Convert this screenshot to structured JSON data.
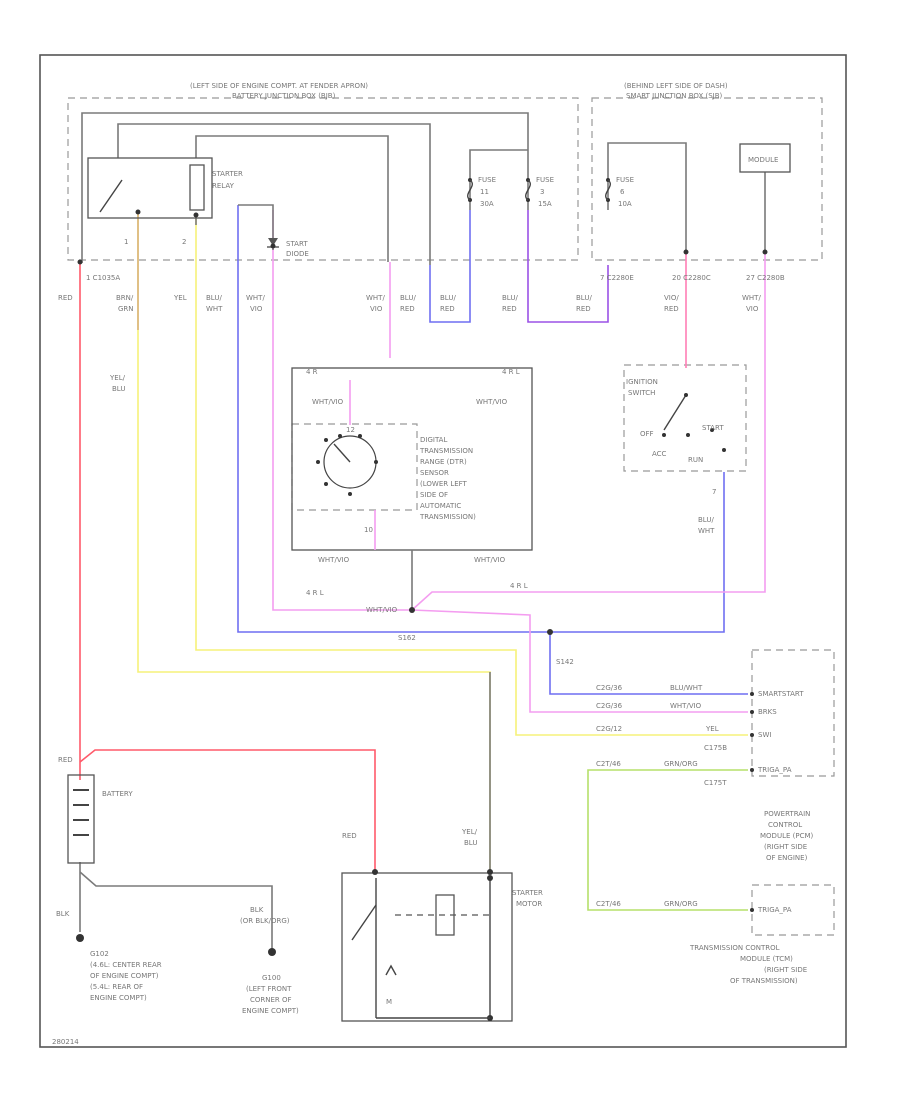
{
  "colors": {
    "red": "#ff5a6a",
    "yellow": "#f6f27a",
    "blue": "#6f6ff2",
    "pink": "#f49df0",
    "green": "#b6e06a",
    "purple": "#9b52e6",
    "black": "#7a7a7a"
  },
  "labels": {
    "engine_box_title_1": "(LEFT SIDE OF ENGINE COMPT. AT FENDER APRON)",
    "engine_box_title_2": "BATTERY JUNCTION BOX (BJB)",
    "dash_box_title_1": "(BEHIND LEFT SIDE OF DASH)",
    "dash_box_title_2": "SMART JUNCTION BOX (SJB)",
    "starter_relay_1": "STARTER",
    "starter_relay_2": "RELAY",
    "relay_pin_1": "1",
    "relay_pin_2": "2",
    "start_diode_1": "START",
    "start_diode_2": "DIODE",
    "fuse_a_1": "FUSE",
    "fuse_a_2": "11",
    "fuse_a_3": "30A",
    "fuse_b_1": "FUSE",
    "fuse_b_2": "3",
    "fuse_b_3": "15A",
    "fuse_c_1": "FUSE",
    "fuse_c_2": "6",
    "fuse_c_3": "10A",
    "sjb_module": "MODULE",
    "connector_left": "1 C1035A",
    "connector_right_1": "7 C2280E",
    "connector_right_2": "20 C2280C",
    "connector_right_3": "27 C2280B",
    "wire_red": "RED",
    "wire_brn_1": "BRN/",
    "wire_brn_2": "GRN",
    "wire_yel": "YEL",
    "wire_blu_1": "BLU/",
    "wire_blu_2": "WHT",
    "wire_wht_1": "WHT/",
    "wire_wht_2": "VIO",
    "wire_wht_mid_1": "WHT/",
    "wire_wht_mid_2": "VIO",
    "wire_blu_red_1": "BLU/",
    "wire_blu_red_2": "RED",
    "wire_blu_red_3": "BLU/",
    "wire_blu_red_4": "RED",
    "wire_blu_red_5": "BLU/",
    "wire_blu_red_6": "RED",
    "wire_blu_red_7": "BLU/",
    "wire_blu_red_8": "RED",
    "wire_vio_1": "VIO/",
    "wire_vio_2": "RED",
    "wire_wht_r_1": "WHT/",
    "wire_wht_r_2": "VIO",
    "wire_yel_blu_1": "YEL/",
    "wire_yel_blu_2": "BLU",
    "split_4r": "4 R",
    "split_4r_right": "4 R L",
    "whtvio_left": "WHT/VIO",
    "whtvio_right": "WHT/VIO",
    "dtr_1": "DIGITAL",
    "dtr_2": "TRANSMISSION",
    "dtr_3": "RANGE (DTR)",
    "dtr_4": "SENSOR",
    "dtr_5": "(LOWER LEFT",
    "dtr_6": "SIDE OF",
    "dtr_7": "AUTOMATIC",
    "dtr_8": "TRANSMISSION)",
    "dtr_pin_10": "10",
    "dtr_pin_12": "12",
    "dtr_whtvio_l": "WHT/VIO",
    "dtr_whtvio_r": "WHT/VIO",
    "ign_1": "IGNITION",
    "ign_2": "SWITCH",
    "ign_off": "OFF",
    "ign_start": "START",
    "ign_acc": "ACC",
    "ign_run": "RUN",
    "ign_pin": "7",
    "ign_wire_1": "BLU/",
    "ign_wire_2": "WHT",
    "junction_label_1": "4 R L",
    "junction_label_2": "WHT/VIO",
    "splice_1": "S162",
    "splice_2": "S142",
    "pcm_wire_1": "C2G/36",
    "pcm_wire_1b": "BLU/WHT",
    "pcm_wire_2": "C2G/36",
    "pcm_wire_2b": "WHT/VIO",
    "pcm_wire_3": "C2G/12",
    "pcm_wire_3b": "YEL",
    "pcm_c1": "C175B",
    "pcm_wire_4": "C2T/46",
    "pcm_wire_4b": "GRN/ORG",
    "pcm_c2": "C175T",
    "pcm_r1": "SMARTSTART",
    "pcm_r2": "BRKS",
    "pcm_r3": "SWI",
    "pcm_r4": "TRIGA_PA",
    "pcm_t1": "POWERTRAIN",
    "pcm_t2": "CONTROL",
    "pcm_t3": "MODULE (PCM)",
    "pcm_t4": "(RIGHT SIDE",
    "pcm_t5": "OF ENGINE)",
    "tcm_wire": "C2T/46",
    "tcm_wire_b": "GRN/ORG",
    "tcm_r": "TRIGA_PA",
    "tcm_t1": "TRANSMISSION CONTROL",
    "tcm_t2": "MODULE (TCM)",
    "tcm_t3": "(RIGHT SIDE",
    "tcm_t4": "OF TRANSMISSION)",
    "battery": "BATTERY",
    "battery_red": "RED",
    "battery_blk": "BLK",
    "g_left_1": "G102",
    "g_left_2": "(4.6L: CENTER REAR",
    "g_left_3": "OF ENGINE COMPT)",
    "g_left_4": "(5.4L: REAR OF",
    "g_left_5": "ENGINE COMPT)",
    "g_right_1": "BLK",
    "g_right_2": "(OR BLK/ORG)",
    "g_right_3": "G100",
    "g_right_4": "(LEFT FRONT",
    "g_right_5": "CORNER OF",
    "g_right_6": "ENGINE COMPT)",
    "starter_motor_1": "STARTER",
    "starter_motor_2": "MOTOR",
    "starter_red": "RED",
    "starter_yel_1": "YEL/",
    "starter_yel_2": "BLU",
    "starter_m": "M",
    "footer": "280214"
  }
}
